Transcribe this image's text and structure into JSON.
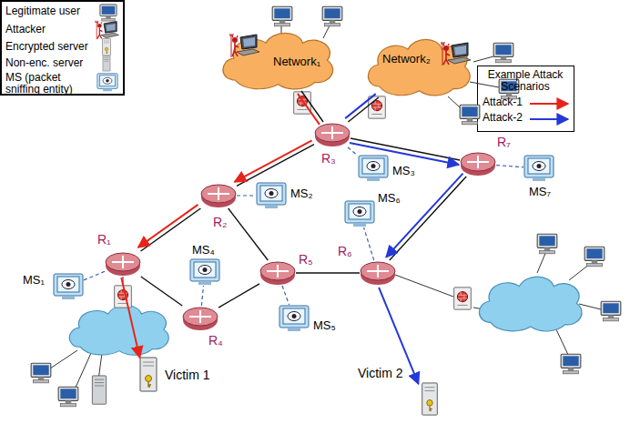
{
  "diagram": {
    "nodes": [
      {
        "text": [
          "Network₁"
        ]
      },
      {
        "text": [
          "Network₂"
        ]
      },
      {
        "text": [
          "R₃"
        ]
      },
      {
        "text": [
          "MS₃"
        ]
      },
      {
        "text": [
          "R₂"
        ]
      },
      {
        "text": [
          "MS₂"
        ]
      },
      {
        "text": [
          "R₇"
        ]
      },
      {
        "text": [
          "MS₇"
        ]
      },
      {
        "text": [
          "MS₆"
        ]
      },
      {
        "text": [
          "R₆"
        ]
      },
      {
        "text": [
          "MS₁"
        ]
      },
      {
        "text": [
          "R₁"
        ]
      },
      {
        "text": [
          "MS₄"
        ]
      },
      {
        "text": [
          "R₅"
        ]
      },
      {
        "text": [
          "MS₅"
        ]
      },
      {
        "text": [
          "R₄"
        ]
      },
      {
        "text": [
          "Victim 1"
        ]
      },
      {
        "text": [
          "Victim 2"
        ]
      }
    ],
    "edges": [
      {
        "from": 0,
        "to": 2,
        "arrow": "none"
      },
      {
        "from": 1,
        "to": 2,
        "arrow": "none"
      },
      {
        "from": 2,
        "to": 4,
        "arrow": "none"
      },
      {
        "from": 2,
        "to": 6,
        "arrow": "none"
      },
      {
        "from": 4,
        "to": 11,
        "arrow": "none"
      },
      {
        "from": 4,
        "to": 13,
        "arrow": "none"
      },
      {
        "from": 11,
        "to": 15,
        "arrow": "none"
      },
      {
        "from": 15,
        "to": 13,
        "arrow": "none"
      },
      {
        "from": 13,
        "to": 9,
        "arrow": "none"
      },
      {
        "from": 6,
        "to": 9,
        "arrow": "none"
      },
      {
        "from": 11,
        "to": 10,
        "arrow": "none"
      },
      {
        "from": 4,
        "to": 5,
        "arrow": "none"
      },
      {
        "from": 2,
        "to": 3,
        "arrow": "none"
      },
      {
        "from": 15,
        "to": 12,
        "arrow": "none"
      },
      {
        "from": 13,
        "to": 14,
        "arrow": "none"
      },
      {
        "from": 9,
        "to": 8,
        "arrow": "none"
      },
      {
        "from": 6,
        "to": 7,
        "arrow": "none"
      },
      {
        "from": 0,
        "to": 2,
        "arrow": "none"
      },
      {
        "from": 2,
        "to": 4,
        "arrow": "to"
      },
      {
        "from": 4,
        "to": 11,
        "arrow": "to"
      },
      {
        "from": 11,
        "to": 16,
        "arrow": "to"
      },
      {
        "from": 1,
        "to": 2,
        "arrow": "none"
      },
      {
        "from": 2,
        "to": 6,
        "arrow": "to"
      },
      {
        "from": 6,
        "to": 9,
        "arrow": "to"
      },
      {
        "from": 9,
        "to": 17,
        "arrow": "to"
      }
    ],
    "labels": [
      "Example Attack Scenarios"
    ],
    "legend": [
      {
        "text": "Legitimate user"
      },
      {
        "text": "Attacker"
      },
      {
        "text": "Encrypted server"
      },
      {
        "text": "Non-enc. server"
      },
      {
        "text": "MS (packet sniffing entity)"
      },
      {
        "text": "Attack-1"
      },
      {
        "text": "Attack-2"
      }
    ]
  }
}
